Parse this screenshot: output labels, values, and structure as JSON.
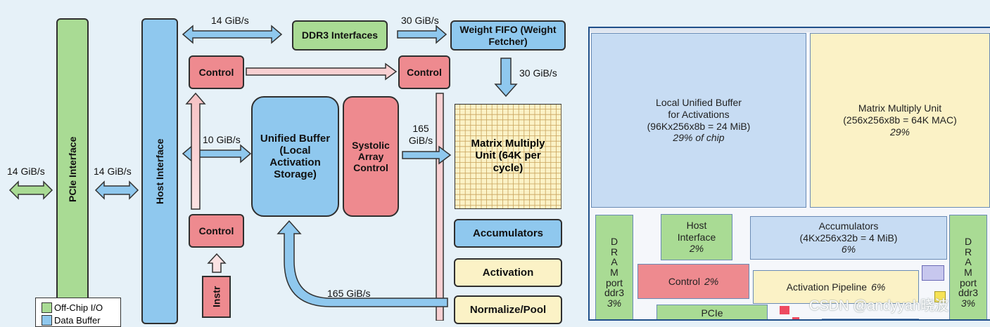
{
  "block": {
    "pcie": "PCIe Interface",
    "host": "Host Interface",
    "ddr3": "DDR3 Interfaces",
    "weight_fifo": "Weight FIFO (Weight Fetcher)",
    "control_top_left": "Control",
    "control_top_right": "Control",
    "control_bottom": "Control",
    "unified_buffer": "Unified Buffer (Local Activation Storage)",
    "systolic": "Systolic Array Control",
    "matrix": "Matrix Multiply Unit (64K per cycle)",
    "accumulators": "Accumulators",
    "activation": "Activation",
    "normalize": "Normalize/Pool",
    "instr": "Instr"
  },
  "rates": {
    "ddr3_link": "14 GiB/s",
    "fifo_link": "30 GiB/s",
    "fifo_down": "30 GiB/s",
    "ub_link": "10 GiB/s",
    "pcie_left": "14 GiB/s",
    "pcie_host": "14 GiB/s",
    "mmu_in": "165 GiB/s",
    "return": "165 GiB/s"
  },
  "legend": {
    "offchip": "Off-Chip I/O",
    "second": "Data Buffer"
  },
  "floorplan": {
    "lub": [
      "Local Unified Buffer",
      "for Activations",
      "(96Kx256x8b = 24 MiB)",
      "29% of chip"
    ],
    "mmu": [
      "Matrix Multiply Unit",
      "(256x256x8b = 64K MAC)",
      "29%"
    ],
    "dram_left": [
      "D",
      "R",
      "A",
      "M",
      "port",
      "ddr3",
      "3%"
    ],
    "dram_right": [
      "D",
      "R",
      "A",
      "M",
      "port",
      "ddr3",
      "3%"
    ],
    "host": [
      "Host",
      "Interface",
      "2%"
    ],
    "accum": [
      "Accumulators",
      "(4Kx256x32b = 4 MiB)",
      "6%"
    ],
    "control": [
      "Control",
      "2%"
    ],
    "act_pipe": [
      "Activation Pipeline",
      "6%"
    ],
    "pcie": "PCIe"
  },
  "watermark": "CSDN @andyyah晓波",
  "colors": {
    "green": "#a9db94",
    "blue": "#8fc8ee",
    "red": "#ee8a8f",
    "yellow": "#fbf2c6",
    "fp_blue": "#c7dcf3",
    "fp_yellow": "#fbf2c6",
    "fp_green": "#a9db94",
    "fp_red": "#ee8a8f"
  }
}
